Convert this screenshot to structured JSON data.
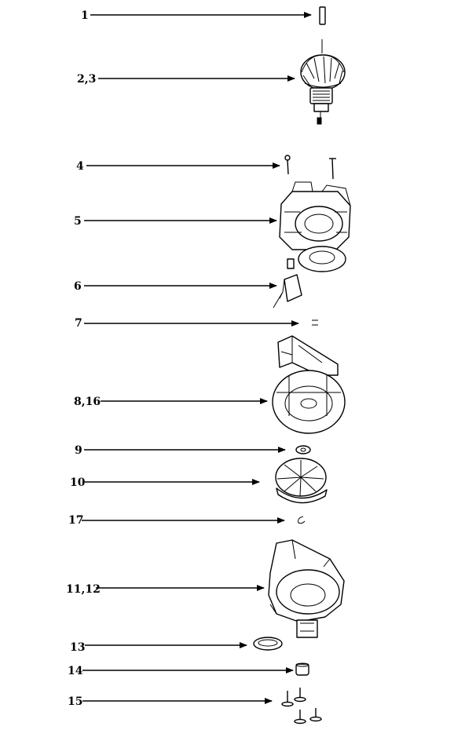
{
  "diagram": {
    "colors": {
      "ink": "#000000",
      "paper": "#ffffff"
    },
    "callouts": [
      {
        "id": "1",
        "label": "1"
      },
      {
        "id": "2-3",
        "label": "2,3"
      },
      {
        "id": "4",
        "label": "4"
      },
      {
        "id": "5",
        "label": "5"
      },
      {
        "id": "6",
        "label": "6"
      },
      {
        "id": "7",
        "label": "7"
      },
      {
        "id": "8-16",
        "label": "8,16"
      },
      {
        "id": "9",
        "label": "9"
      },
      {
        "id": "10",
        "label": "10"
      },
      {
        "id": "17",
        "label": "17"
      },
      {
        "id": "11-12",
        "label": "11,12"
      },
      {
        "id": "13",
        "label": "13"
      },
      {
        "id": "14",
        "label": "14"
      },
      {
        "id": "15",
        "label": "15"
      }
    ]
  }
}
